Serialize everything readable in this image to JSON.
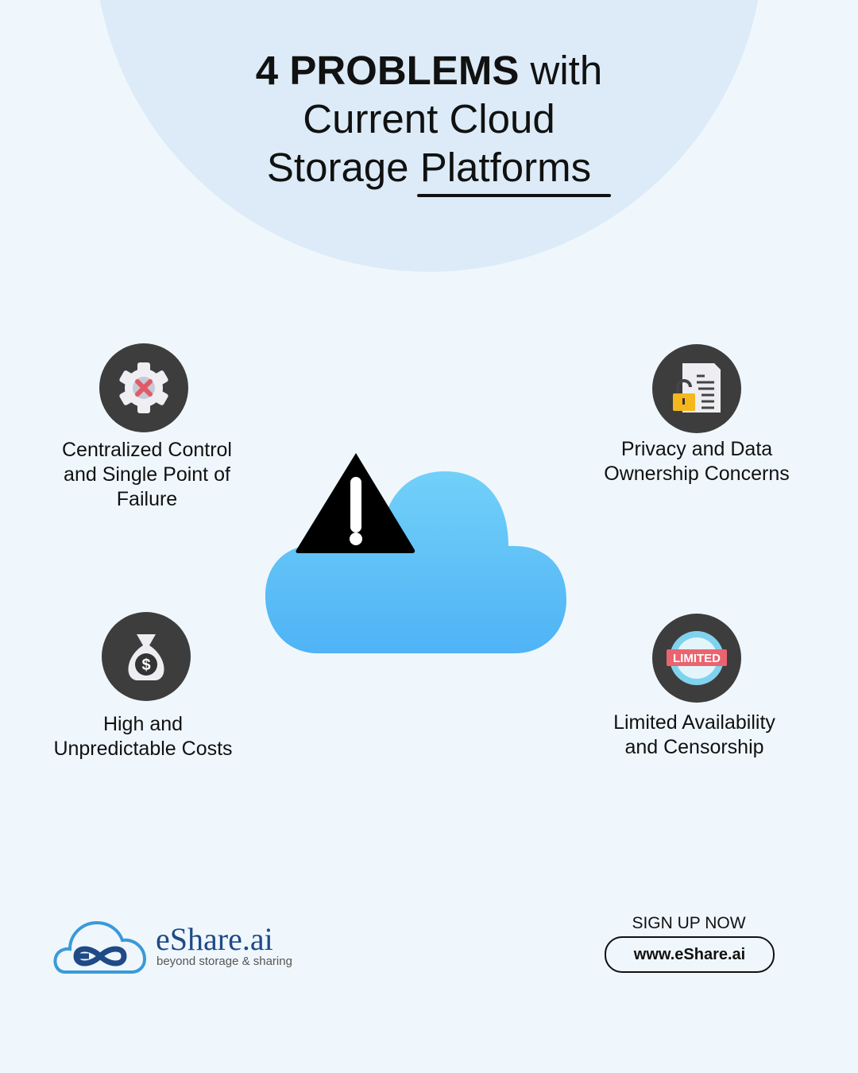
{
  "title": {
    "bold": "4 PROBLEMS",
    "line1_rest": " with",
    "line2": "Current Cloud",
    "line3_a": "Storage ",
    "line3_b": "Platforms"
  },
  "problems": [
    {
      "icon": "gear-x-icon",
      "label_lines": [
        "Centralized Control",
        "and Single Point of",
        "Failure"
      ]
    },
    {
      "icon": "locked-document-icon",
      "label_lines": [
        "Privacy and Data",
        "Ownership Concerns"
      ]
    },
    {
      "icon": "money-bag-icon",
      "label_lines": [
        "High and",
        "Unpredictable Costs"
      ]
    },
    {
      "icon": "limited-stamp-icon",
      "label_lines": [
        "Limited Availability",
        "and Censorship"
      ],
      "stamp_text": "LIMITED"
    }
  ],
  "footer": {
    "brand": "eShare.ai",
    "tagline": "beyond storage & sharing",
    "signup": "SIGN UP NOW",
    "url": "www.eShare.ai"
  },
  "colors": {
    "background": "#eff7fd",
    "circle": "#dcebf7",
    "cloud_top": "#72d0f8",
    "cloud_bottom": "#4fb3f6",
    "brand": "#1f4a86"
  }
}
